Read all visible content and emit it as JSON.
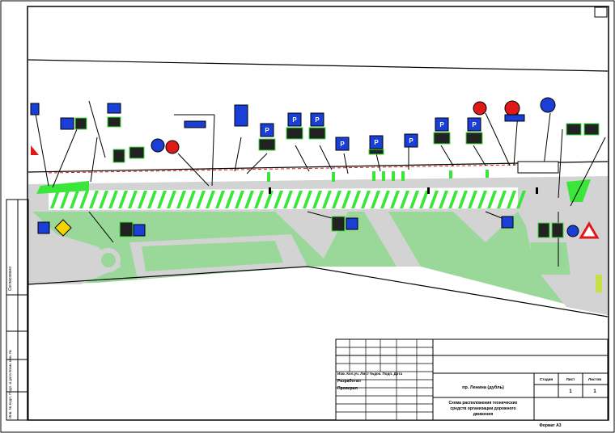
{
  "title_block": {
    "header_roles": [
      "Разработал",
      "Проверил"
    ],
    "header_cols": "Изм. Кол.уч. Лист №док. Подп. Дата",
    "object_name": "пр. Ленина (дубль)",
    "drawing_title_line1": "Схема расположения технических",
    "drawing_title_line2": "средств организации дорожного",
    "drawing_title_line3": "движения",
    "stage_label": "Стадия",
    "sheet_label": "Лист",
    "sheets_label": "Листов",
    "sheet_value": "1",
    "sheets_value": "1",
    "format_label": "Формат А3"
  },
  "side_stamp": {
    "agreed": "Согласовано",
    "inv_label": "Инв. № подл.   Подп. и дата   Взам. инв. №"
  },
  "sign_labels": [
    "P",
    "P",
    "P",
    "P",
    "P",
    "P",
    "P",
    "P"
  ],
  "colors": {
    "grass": "#9ad89a",
    "sidewalk": "#d3d3d3",
    "zebra": "#39e639",
    "sign_blue": "#1a3fd6",
    "sign_red": "#e01818",
    "frame": "#000000"
  }
}
